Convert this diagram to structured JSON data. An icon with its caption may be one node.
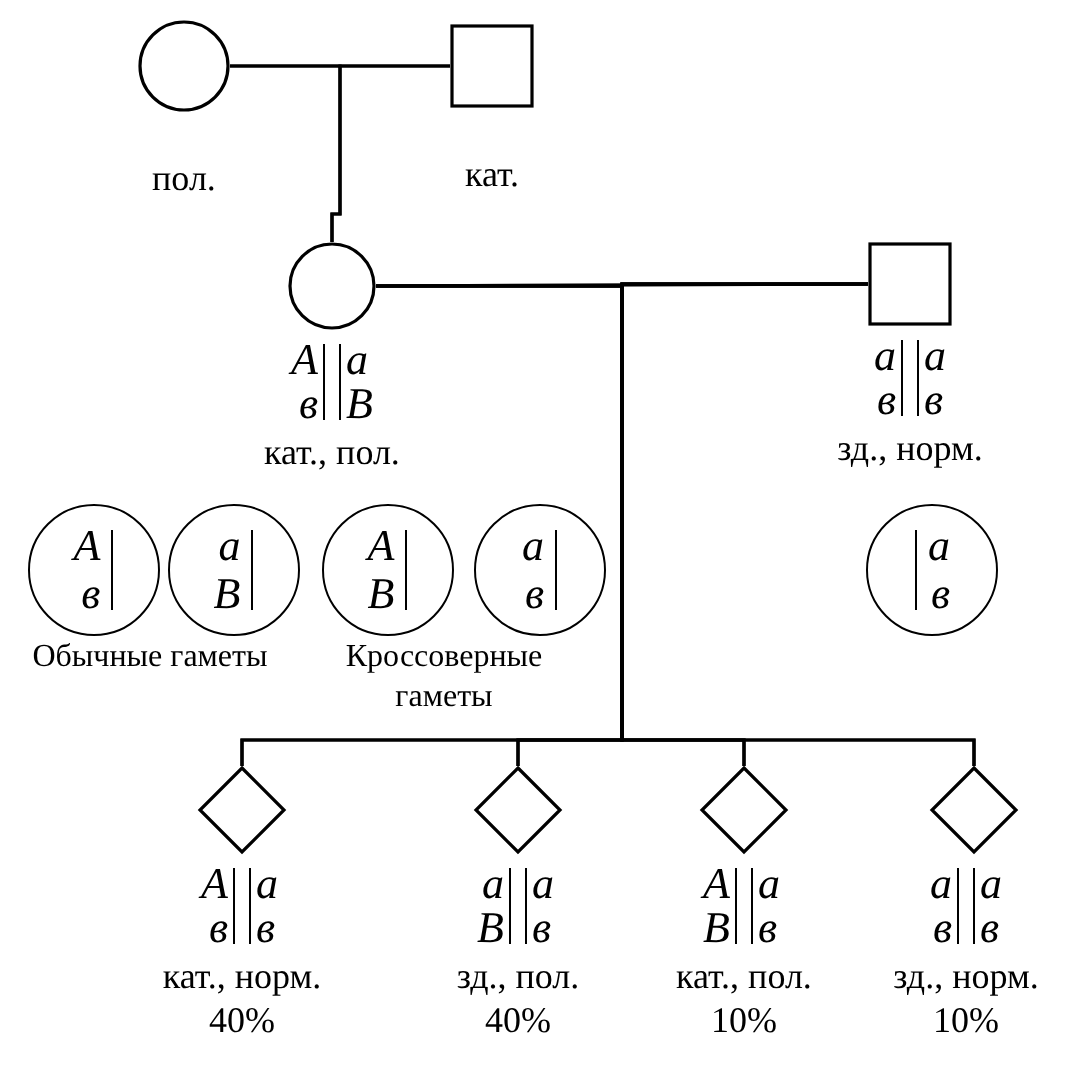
{
  "diagram": {
    "nodes": [
      {
        "text": [],
        "shape": "circle",
        "beside": [
          "пол."
        ]
      },
      {
        "text": [],
        "shape": "box",
        "beside": [
          "кат."
        ]
      },
      {
        "text": [],
        "shape": "circle",
        "beside": [
          "A",
          "a",
          "в",
          "B",
          "кат., пол."
        ]
      },
      {
        "text": [],
        "shape": "box",
        "beside": [
          "a",
          "a",
          "в",
          "в",
          "зд., норм."
        ]
      },
      {
        "text": [
          "A",
          "в"
        ]
      },
      {
        "text": [
          "a",
          "B"
        ]
      },
      {
        "text": [
          "A",
          "B"
        ]
      },
      {
        "text": [
          "a",
          "в"
        ]
      },
      {
        "text": [
          "a",
          "в"
        ]
      },
      {
        "text": [],
        "shape": "diamond",
        "beside": [
          "A",
          "a",
          "в",
          "в",
          "кат., норм.",
          "40%"
        ]
      },
      {
        "text": [],
        "shape": "diamond",
        "beside": [
          "a",
          "a",
          "B",
          "в",
          "зд., пол.",
          "40%"
        ]
      },
      {
        "text": [],
        "shape": "diamond",
        "beside": [
          "A",
          "a",
          "B",
          "в",
          "кат., пол.",
          "10%"
        ]
      },
      {
        "text": [],
        "shape": "diamond",
        "beside": [
          "a",
          "a",
          "в",
          "в",
          "зд., норм.",
          "10%"
        ]
      }
    ],
    "edges": [
      {
        "from": 0,
        "to": 1,
        "arrow": "none"
      },
      {
        "from": 0,
        "to": 2,
        "arrow": "none"
      },
      {
        "from": 1,
        "to": 2,
        "arrow": "none"
      },
      {
        "from": 2,
        "to": 3,
        "arrow": "none"
      },
      {
        "from": 2,
        "to": 9,
        "arrow": "none"
      },
      {
        "from": 3,
        "to": 9,
        "arrow": "none"
      },
      {
        "from": 2,
        "to": 10,
        "arrow": "none"
      },
      {
        "from": 3,
        "to": 10,
        "arrow": "none"
      },
      {
        "from": 2,
        "to": 11,
        "arrow": "none"
      },
      {
        "from": 3,
        "to": 11,
        "arrow": "none"
      },
      {
        "from": 2,
        "to": 12,
        "arrow": "none"
      },
      {
        "from": 3,
        "to": 12,
        "arrow": "none"
      }
    ],
    "labels": [
      "Обычные гаметы",
      "Кроссоверные гаметы"
    ]
  }
}
